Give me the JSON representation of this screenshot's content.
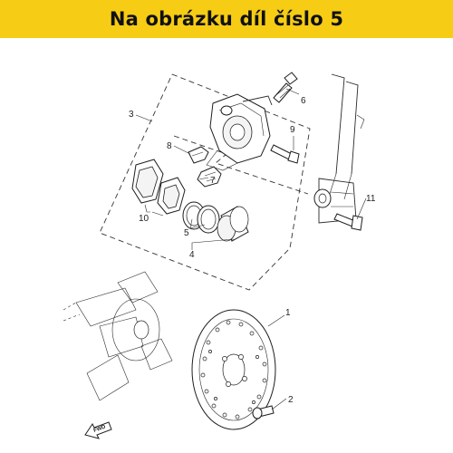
{
  "banner": {
    "title": "Na obrázku díl číslo 5",
    "color": "#f7cc14"
  },
  "diagram": {
    "arrow_label": "FWD",
    "callouts": [
      "1",
      "2",
      "3",
      "4",
      "5",
      "6",
      "7",
      "8",
      "9",
      "10",
      "11"
    ]
  }
}
